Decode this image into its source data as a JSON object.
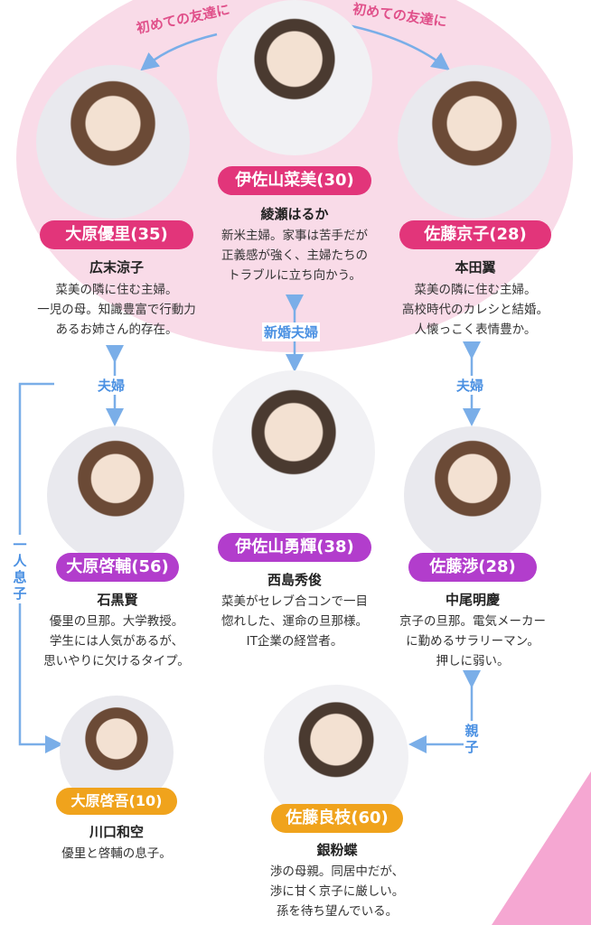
{
  "colors": {
    "pink_bg": "#f9dbe8",
    "red_tag": "#e2357a",
    "purple_tag": "#b23dcc",
    "orange_tag": "#f0a31c",
    "arrow_blue": "#7aaee8",
    "arrow_pink": "#e0508a"
  },
  "relations": {
    "first_friend_left": "初めての友達に",
    "first_friend_right": "初めての友達に",
    "newlywed": "新婚夫婦",
    "couple_left": "夫婦",
    "couple_right": "夫婦",
    "only_son": "一人息子",
    "parent_child": "親子"
  },
  "characters": {
    "nami": {
      "name": "伊佐山菜美(30)",
      "actor": "綾瀬はるか",
      "desc": [
        "新米主婦。家事は苦手だが",
        "正義感が強く、主婦たちの",
        "トラブルに立ち向かう。"
      ]
    },
    "yuri": {
      "name": "大原優里(35)",
      "actor": "広末涼子",
      "desc": [
        "菜美の隣に住む主婦。",
        "一児の母。知識豊富で行動力",
        "あるお姉さん的存在。"
      ]
    },
    "kyoko": {
      "name": "佐藤京子(28)",
      "actor": "本田翼",
      "desc": [
        "菜美の隣に住む主婦。",
        "高校時代のカレシと結婚。",
        "人懐っこく表情豊か。"
      ]
    },
    "yuki": {
      "name": "伊佐山勇輝(38)",
      "actor": "西島秀俊",
      "desc": [
        "菜美がセレブ合コンで一目",
        "惚れした、運命の旦那様。",
        "IT企業の経営者。"
      ]
    },
    "keisuke": {
      "name": "大原啓輔(56)",
      "actor": "石黒賢",
      "desc": [
        "優里の旦那。大学教授。",
        "学生には人気があるが、",
        "思いやりに欠けるタイプ。"
      ]
    },
    "wataru": {
      "name": "佐藤渉(28)",
      "actor": "中尾明慶",
      "desc": [
        "京子の旦那。電気メーカー",
        "に勤めるサラリーマン。",
        "押しに弱い。"
      ]
    },
    "keigo": {
      "name": "大原啓吾(10)",
      "actor": "川口和空",
      "desc": [
        "優里と啓輔の息子。"
      ]
    },
    "yoshie": {
      "name": "佐藤良枝(60)",
      "actor": "銀粉蝶",
      "desc": [
        "渉の母親。同居中だが、",
        "渉に甘く京子に厳しい。",
        "孫を待ち望んでいる。"
      ]
    }
  }
}
